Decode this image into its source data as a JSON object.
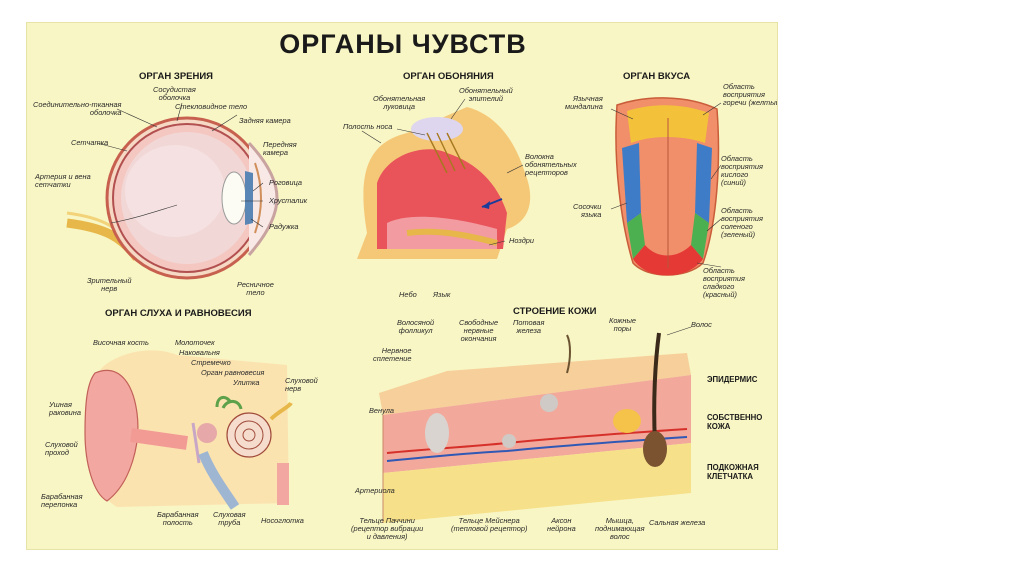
{
  "title": "ОРГАНЫ ЧУВСТВ",
  "sections": {
    "vision": {
      "title": "ОРГАН ЗРЕНИЯ",
      "labels": {
        "vascular": "Сосудистая\nоболочка",
        "connective": "Соединительно-тканная\nоболочка",
        "vitreous": "Стекловидное тело",
        "posterior_chamber": "Задняя камера",
        "retina": "Сетчатка",
        "anterior_chamber": "Передняя\nкамера",
        "retina_vessels": "Артерия и вена\nсетчатки",
        "cornea": "Роговица",
        "lens": "Хрусталик",
        "iris": "Радужка",
        "optic_nerve": "Зрительный\nнерв",
        "ciliary_body": "Ресничное\nтело"
      }
    },
    "smell": {
      "title": "ОРГАН ОБОНЯНИЯ",
      "labels": {
        "olfactory_bulb": "Обонятельная\nлуковица",
        "olfactory_epithelium": "Обонятельный\nэпителий",
        "nasal_cavity": "Полость носа",
        "receptor_fibers": "Волокна\nобонятельных\nрецепторов",
        "nostril": "Ноздри",
        "palate": "Небо",
        "tongue": "Язык"
      }
    },
    "taste": {
      "title": "ОРГАН ВКУСА",
      "labels": {
        "tonsil": "Язычная\nминдалина",
        "bitter": "Область\nвосприятия\nгоречи (желтый)",
        "sour": "Область\nвосприятия\nкислого\n(синий)",
        "papillae": "Сосочки\nязыка",
        "salty": "Область\nвосприятия\nсоленого\n(зеленый)",
        "sweet": "Область\nвосприятия\nсладкого\n(красный)"
      }
    },
    "hearing": {
      "title": "ОРГАН СЛУХА И РАВНОВЕСИЯ",
      "labels": {
        "temporal_bone": "Височная кость",
        "malleus": "Молоточек",
        "incus": "Наковальня",
        "stapes": "Стремечко",
        "vestibular": "Орган равновесия",
        "cochlea": "Улитка",
        "auditory_nerve": "Слуховой\nнерв",
        "auricle": "Ушная\nраковина",
        "ear_canal": "Слуховой\nпроход",
        "eardrum": "Барабанная\nперепонка",
        "tympanic_cavity": "Барабанная\nполость",
        "eustachian": "Слуховая\nтруба",
        "nasopharynx": "Носоглотка"
      }
    },
    "skin": {
      "title": "СТРОЕНИЕ КОЖИ",
      "labels": {
        "hair_follicle": "Волосяной\nфолликул",
        "nerve_plexus": "Нервное\nсплетение",
        "free_nerve_endings": "Свободные\nнервные\nокончания",
        "sweat_gland": "Потовая\nжелеза",
        "skin_pores": "Кожные\nпоры",
        "hair": "Волос",
        "venule": "Венула",
        "arteriole": "Артериола",
        "pacini": "Тельце Паччини\n(рецептор вибрации\nи давления)",
        "meissner": "Тельце Мейснера\n(тепловой рецептор)",
        "axon": "Аксон\nнейрона",
        "muscle": "Мышца,\nподнимающая\nволос",
        "sebaceous": "Сальная железа"
      },
      "layers": {
        "epidermis": "ЭПИДЕРМИС",
        "dermis": "СОБСТВЕННО\nКОЖА",
        "hypodermis": "ПОДКОЖНАЯ\nКЛЕТЧАТКА"
      }
    }
  },
  "colors": {
    "background": "#f8f6c4",
    "bitter": "#f4c23a",
    "sour": "#3f7cc8",
    "salty": "#4caf50",
    "sweet": "#e53935"
  }
}
